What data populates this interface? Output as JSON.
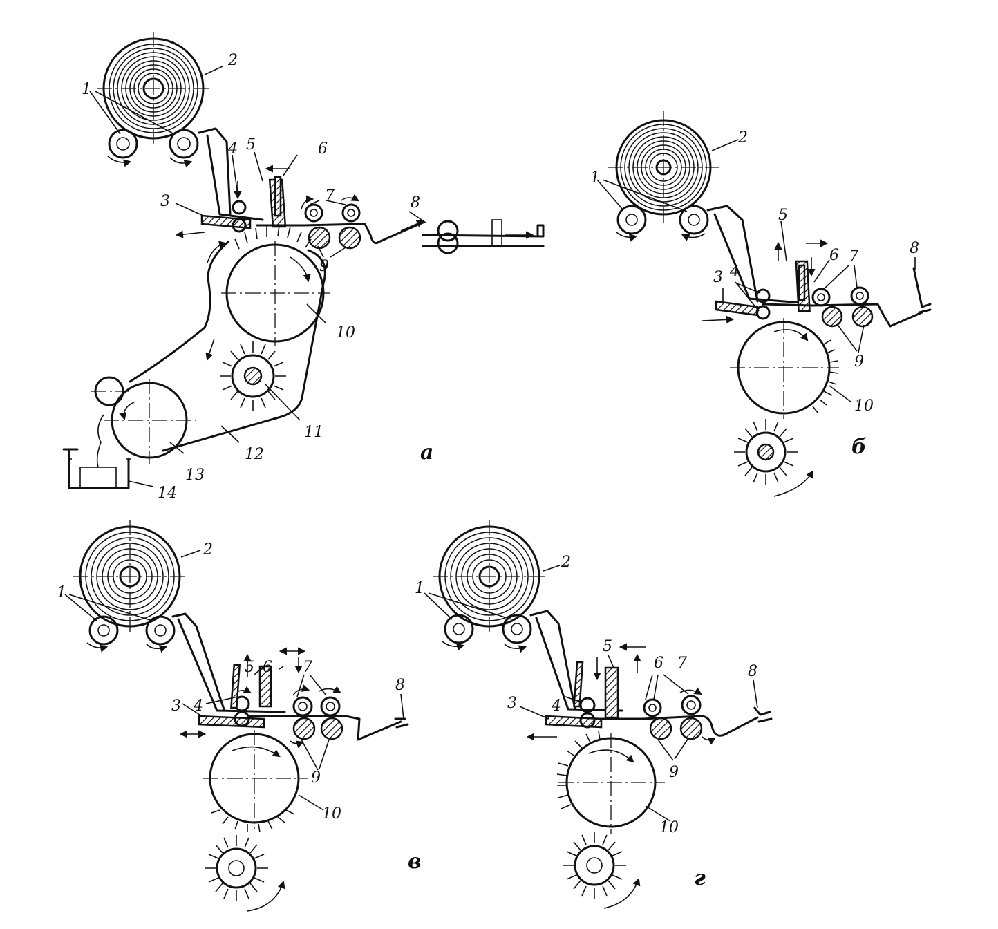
{
  "labels": {
    "roller_pair": "1",
    "sheet_roll": "2",
    "table": "3",
    "feed_roller": "4",
    "knife": "5",
    "counter_knife": "6",
    "upper_rollers": "7",
    "output": "8",
    "lower_rollers": "9",
    "drum": "10",
    "brush": "11",
    "casing": "12",
    "oil_roller": "13",
    "bath": "14"
  },
  "panels": {
    "a": "а",
    "b": "б",
    "v": "в",
    "g": "г"
  },
  "colors": {
    "ink": "#111111",
    "paper": "#ffffff"
  }
}
